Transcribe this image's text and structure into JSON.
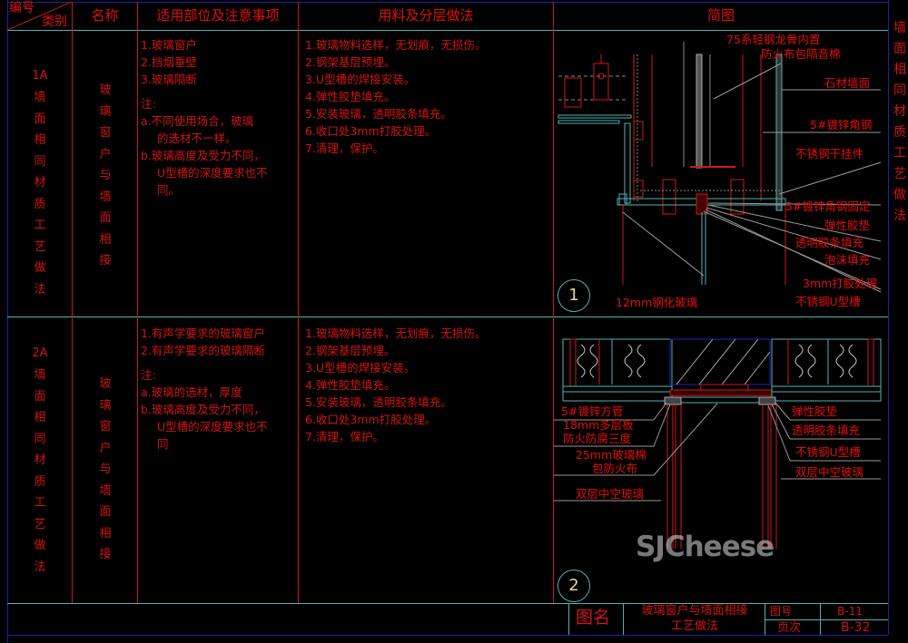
{
  "header": {
    "corner_top": "编号",
    "corner_bottom": "类别",
    "col_name": "名称",
    "col_scope": "适用部位及注意事项",
    "col_method": "用料及分层做法",
    "col_diagram": "简图"
  },
  "rows": [
    {
      "code": "1A",
      "category": "墙面相同材质工艺做法",
      "name": "玻璃窗户与墙面相接",
      "scope": [
        "1.玻璃窗户",
        "2.挡烟垂壁",
        "3.玻璃隔断"
      ],
      "notes_label": "注:",
      "notes": [
        {
          "label": "a.",
          "lines": [
            "不同使用场合，玻璃",
            "的选材不一样。"
          ]
        },
        {
          "label": "b.",
          "lines": [
            "玻璃高度及受力不同，",
            "U型槽的深度要求也不",
            "同。"
          ]
        }
      ],
      "method": [
        "1.玻璃物料选样，无划痕，无损伤。",
        "2.钢架基层预埋。",
        "3.U型槽的焊接安装。",
        "4.弹性胶垫填充。",
        "5.安装玻璃，透明胶条填充。",
        "6.收口处3mm打胶处理。",
        "7.清理，保护。"
      ],
      "diagram": {
        "number": "1",
        "labels_right": [
          "75系轻钢龙骨内置",
          "防火布包隔音棉",
          "石材墙面",
          "5#镀锌角钢",
          "不锈钢干挂件",
          "5#镀锌角钢固定",
          "弹性胶垫",
          "透明胶条填充",
          "泡沫填充",
          "3mm打胶处理",
          "不锈钢U型槽"
        ],
        "labels_left": [
          "12mm钢化玻璃"
        ]
      }
    },
    {
      "code": "2A",
      "category": "墙面相同材质工艺做法",
      "name": "玻璃窗户与墙面相接",
      "scope": [
        "1.有声学要求的玻璃窗户",
        "2.有声学要求的玻璃隔断"
      ],
      "notes_label": "注:",
      "notes": [
        {
          "label": "a.",
          "lines": [
            "玻璃的选材，厚度"
          ]
        },
        {
          "label": "b.",
          "lines": [
            "玻璃高度及受力不同，",
            "U型槽的深度要求也不",
            "同"
          ]
        }
      ],
      "method": [
        "1.玻璃物料选样，无划痕，无损伤。",
        "2.钢架基层预埋。",
        "3.U型槽的焊接安装。",
        "4.弹性胶垫填充。",
        "5.安装玻璃，透明胶条填充。",
        "6.收口处3mm打胶处理。",
        "7.清理，保护。"
      ],
      "diagram": {
        "number": "2",
        "labels_left": [
          "5#镀锌方管",
          "18mm多层板",
          "防火防腐三度",
          "25mm玻璃棉",
          "包防火布",
          "双层中空玻璃"
        ],
        "labels_right": [
          "弹性胶垫",
          "透明胶条填充",
          "不锈钢U型槽",
          "双层中空玻璃"
        ]
      }
    }
  ],
  "side_title": "墙面相同材质工艺做法",
  "title_block": {
    "name_label": "图名",
    "name_value_line1": "玻璃窗户与墙面相接",
    "name_value_line2": "工艺做法",
    "drawing_no_label": "图号",
    "drawing_no_value": "B-11",
    "page_label": "页次",
    "page_value": "B-32"
  },
  "watermark": "SJCheese",
  "colors": {
    "line_red": "#c81818",
    "line_cyan": "#4fb3b3",
    "text_red": "#e01010",
    "frame_blue": "#2020a8"
  }
}
